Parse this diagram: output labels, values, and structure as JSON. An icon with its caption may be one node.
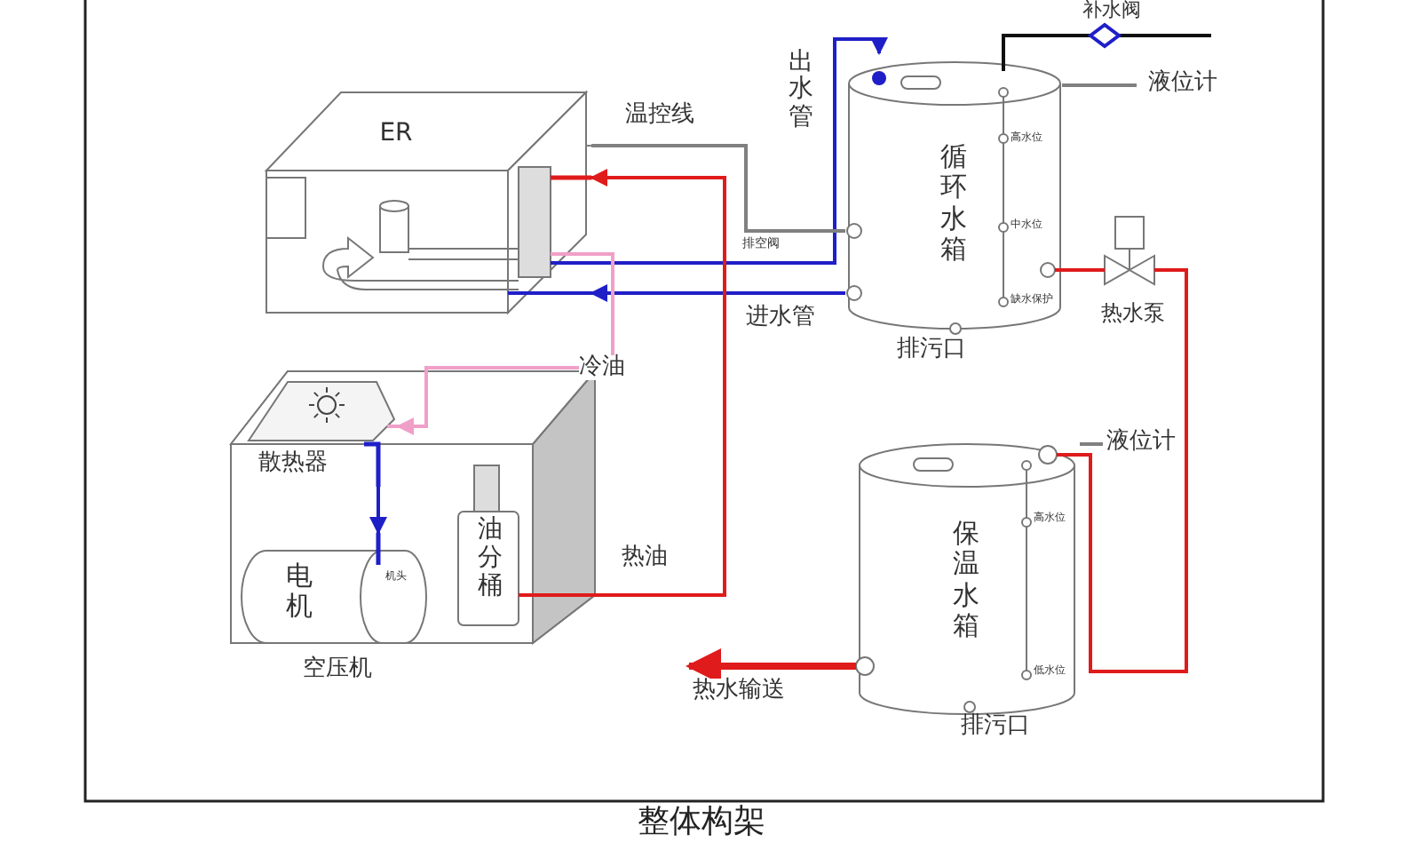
{
  "diagram": {
    "title": "整体构架",
    "nodes": [
      {
        "text": [
          "ER"
        ]
      },
      {
        "text": [
          "循环水箱"
        ],
        "beside": [
          "排污口"
        ]
      },
      {
        "text": [
          "保温水箱"
        ],
        "beside": [
          "排污口"
        ]
      },
      {
        "text": [
          "空压机"
        ]
      },
      {
        "text": [
          "散热器"
        ],
        "in": 3
      },
      {
        "text": [
          "电机"
        ],
        "in": 3,
        "beside": [
          "机头"
        ]
      },
      {
        "text": [
          "油分桶"
        ],
        "in": 3
      },
      {
        "text": [
          "热水泵"
        ]
      },
      {
        "text": [
          "补水阀"
        ]
      },
      {
        "text": [
          "液位计"
        ]
      },
      {
        "text": [
          "液位计"
        ]
      }
    ],
    "edges": [
      {
        "from": 0,
        "to": 1,
        "arrow": "to",
        "label": "出水管",
        "color": "#1f1fc8"
      },
      {
        "from": 1,
        "to": 0,
        "arrow": "to",
        "label": "进水管",
        "color": "#1f1fc8"
      },
      {
        "from": 6,
        "to": 0,
        "arrow": "to",
        "label": "热油",
        "color": "#e01b1b"
      },
      {
        "from": 0,
        "to": 4,
        "arrow": "to",
        "label": "冷油",
        "color": "#f0a0c8"
      },
      {
        "from": 4,
        "to": 5,
        "arrow": "to",
        "color": "#1f1fc8"
      },
      {
        "from": 1,
        "to": 7,
        "arrow": "none",
        "color": "#e01b1b"
      },
      {
        "from": 7,
        "to": 2,
        "arrow": "none",
        "color": "#e01b1b"
      },
      {
        "from": 2,
        "to": null,
        "arrow": "to",
        "label": "热水输送",
        "color": "#e01b1b",
        "style": "thick"
      },
      {
        "from": 8,
        "to": 1,
        "arrow": "none",
        "color": "#111111"
      },
      {
        "from": 0,
        "to": 1,
        "arrow": "none",
        "label": "温控线",
        "color": "#808080"
      },
      {
        "from": 9,
        "to": 1,
        "arrow": "none",
        "color": "#808080"
      },
      {
        "from": 10,
        "to": 2,
        "arrow": "none",
        "color": "#808080"
      }
    ],
    "labels": [
      "排空阀",
      "高水位",
      "中水位",
      "缺水保护",
      "高水位",
      "低水位"
    ]
  }
}
